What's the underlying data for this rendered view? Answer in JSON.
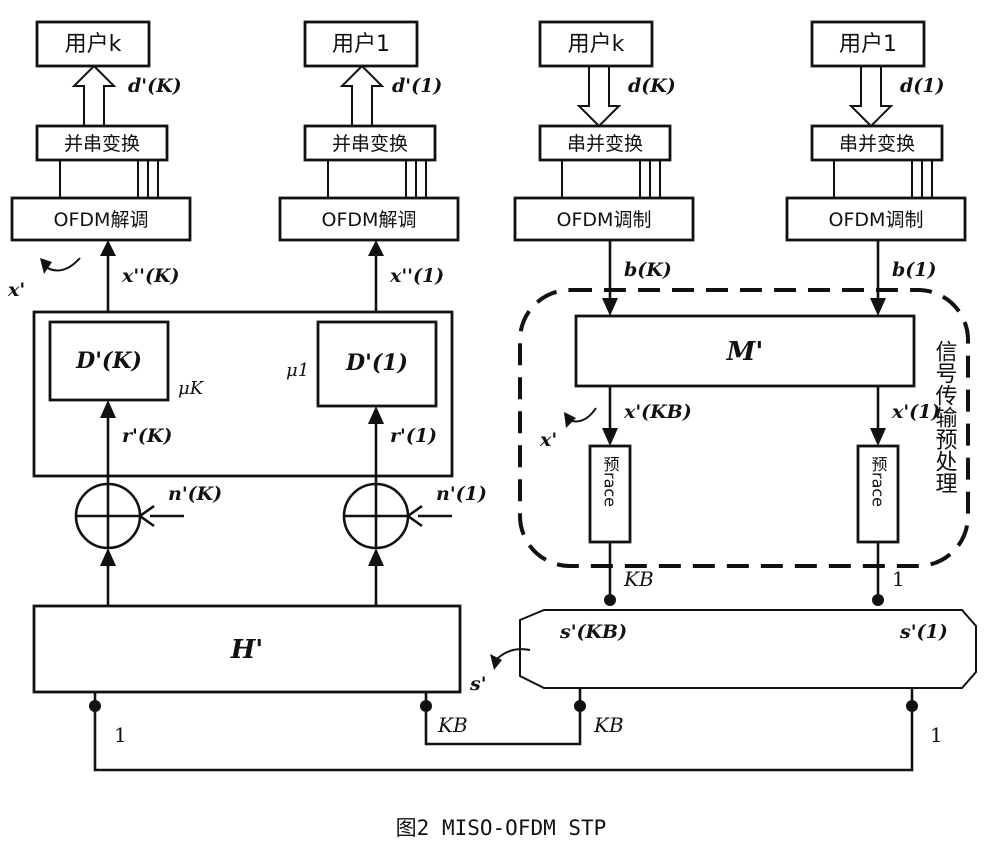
{
  "figure": {
    "caption": "图2 MISO-OFDM STP"
  },
  "receivers": [
    {
      "user_label": "用户k",
      "data_label": "d'(K)",
      "ps_label": "并串变换",
      "demod_label": "OFDM解调",
      "signal_x": "x''(K)",
      "detector_label": "D'(K)",
      "detector_tag": "μK",
      "signal_r": "r'(K)",
      "noise_label": "n'(K)"
    },
    {
      "user_label": "用户1",
      "data_label": "d'(1)",
      "ps_label": "并串变换",
      "demod_label": "OFDM解调",
      "signal_x": "x''(1)",
      "detector_label": "D'(1)",
      "detector_tag": "μ1",
      "signal_r": "r'(1)",
      "noise_label": "n'(1)"
    }
  ],
  "transmitters": [
    {
      "user_label": "用户k",
      "data_label": "d(K)",
      "sp_label": "串并变换",
      "mod_label": "OFDM调制",
      "signal_b": "b(K)",
      "signal_x": "x'(KB)",
      "precoder_label": "预race",
      "antenna_label": "KB",
      "signal_s": "s'(KB)"
    },
    {
      "user_label": "用户1",
      "data_label": "d(1)",
      "sp_label": "串并变换",
      "mod_label": "OFDM调制",
      "signal_b": "b(1)",
      "signal_x": "x'(1)",
      "precoder_label": "预race",
      "antenna_label": "1",
      "signal_s": "s'(1)"
    }
  ],
  "blocks": {
    "channel_label": "H'",
    "stp_label": "M'",
    "preprocess_label": "信号传输预处理",
    "vector_x_rx": "x'",
    "vector_x_tx": "x'",
    "vector_s": "s'"
  },
  "antennas": {
    "rx_left": "1",
    "rx_right": "KB",
    "tx_left": "KB",
    "tx_right": "1"
  }
}
